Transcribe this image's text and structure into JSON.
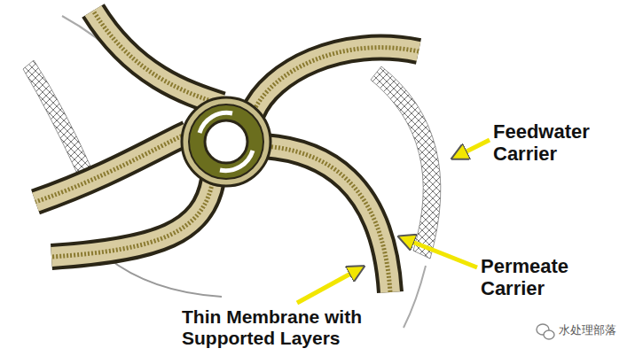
{
  "diagram": {
    "labels": [
      "Feedwater Carrier",
      "Permeate Carrier",
      "Thin Membrane with Supported Layers",
      "水处理部落"
    ]
  }
}
